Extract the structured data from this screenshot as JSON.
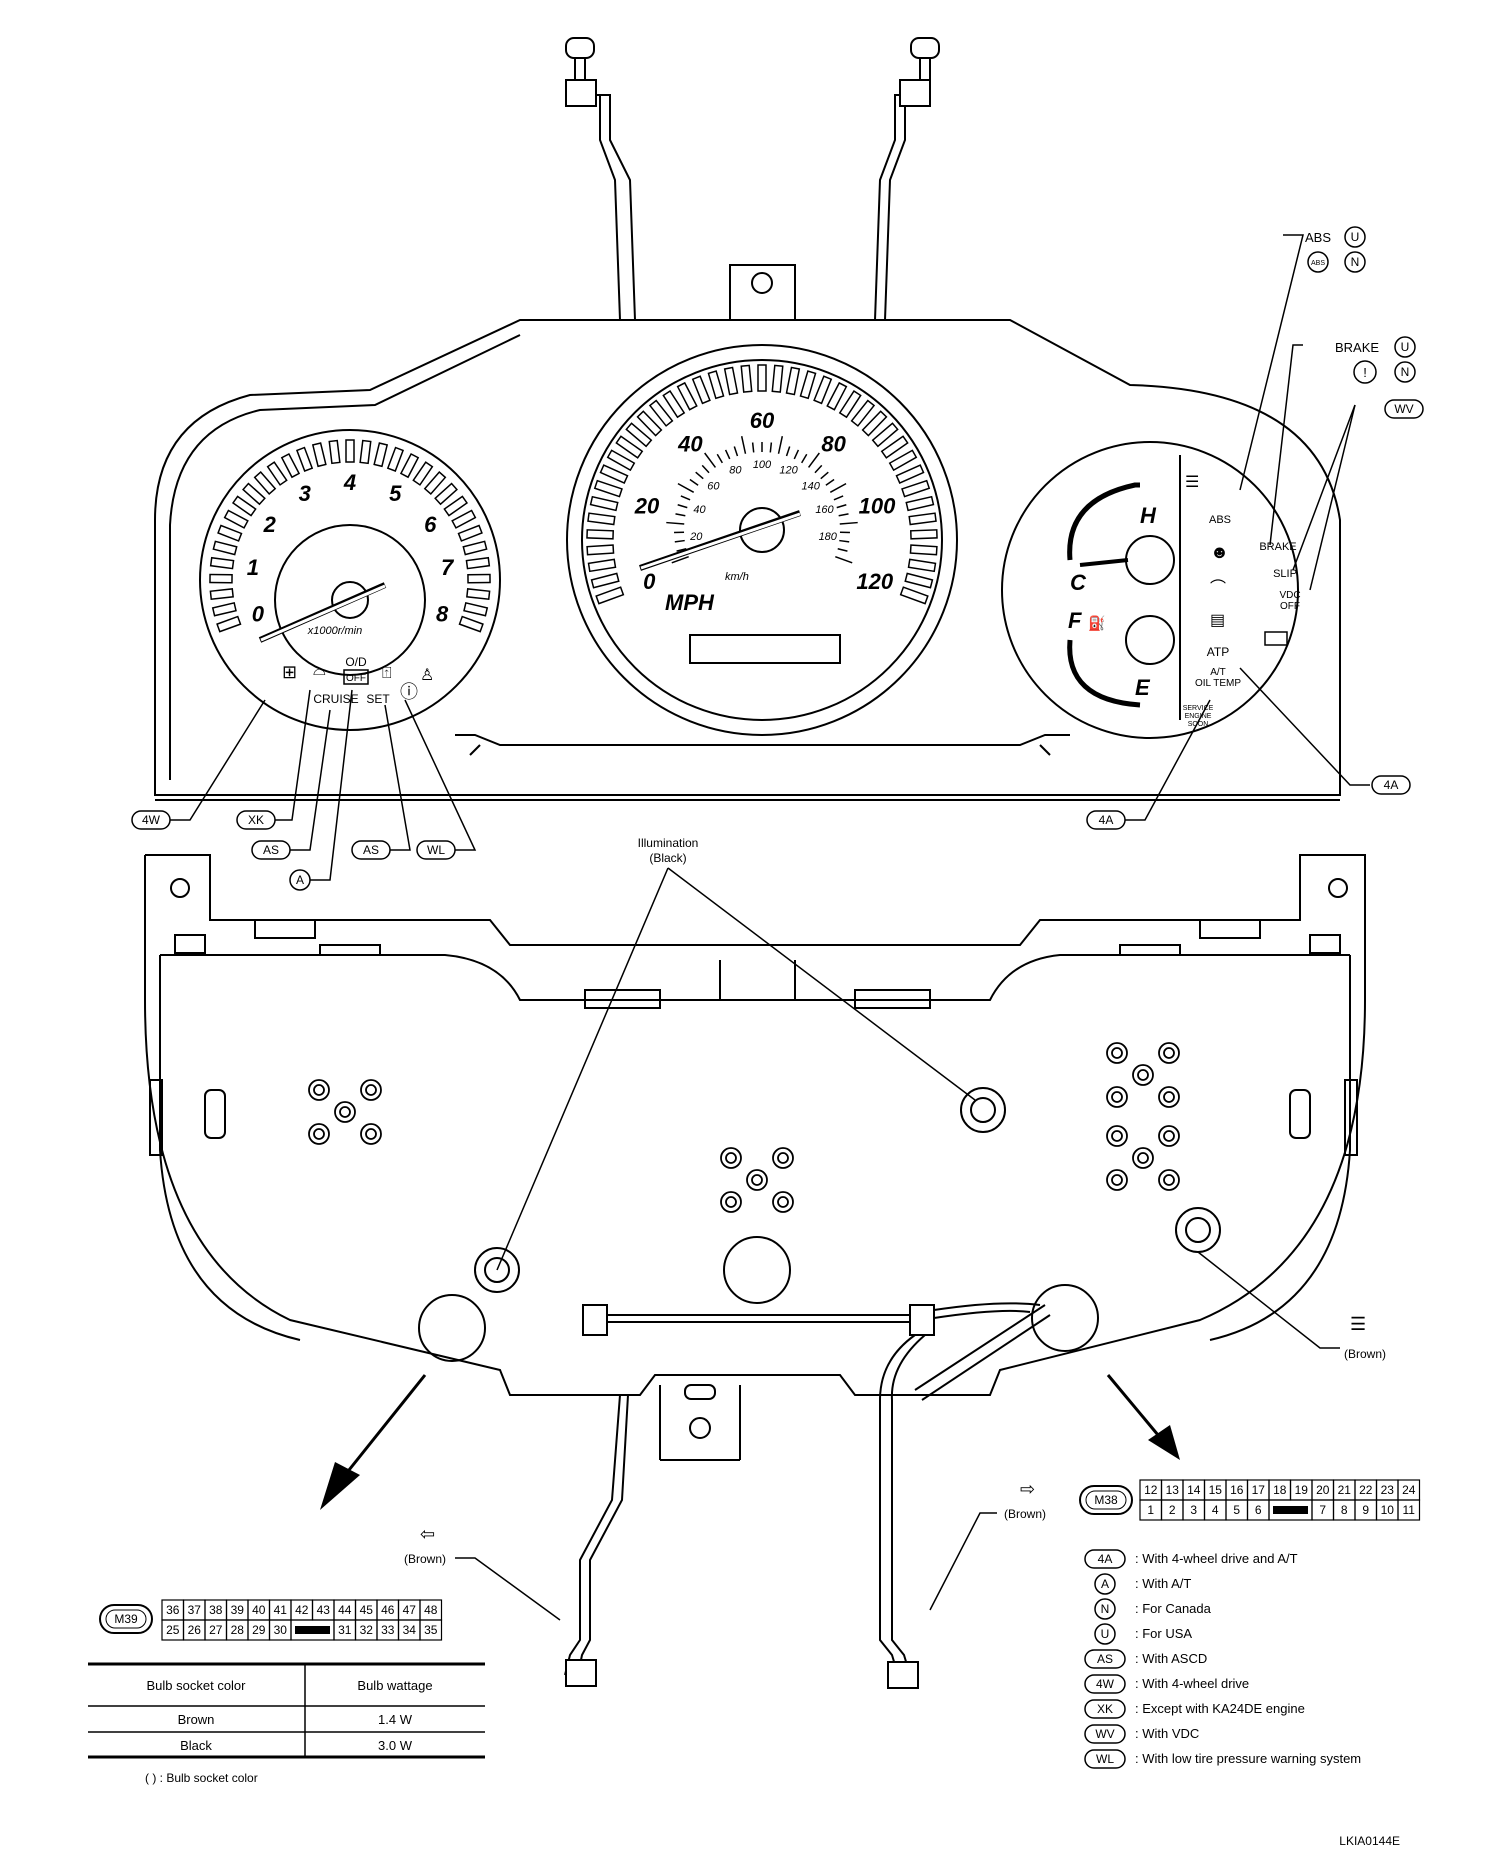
{
  "diagram_id": "LKIA0144E",
  "tachometer": {
    "ticks": [
      "0",
      "1",
      "2",
      "3",
      "4",
      "5",
      "6",
      "7",
      "8"
    ],
    "unit": "x1000r/min"
  },
  "speedometer": {
    "mph_ticks": [
      "0",
      "20",
      "40",
      "60",
      "80",
      "100",
      "120"
    ],
    "kmh_ticks": [
      "20",
      "40",
      "60",
      "80",
      "100",
      "120",
      "140",
      "160",
      "180"
    ],
    "unit_mph": "MPH",
    "unit_kmh": "km/h"
  },
  "gauge_right": {
    "temp_hot": "H",
    "temp_cold": "C",
    "fuel_full": "F",
    "fuel_empty": "E"
  },
  "indicators": {
    "abs": "ABS",
    "brake": "BRAKE",
    "slip": "SLIP",
    "vdc_off_1": "VDC",
    "vdc_off_2": "OFF",
    "atp": "ATP",
    "at_oil_temp_1": "A/T",
    "at_oil_temp_2": "OIL TEMP",
    "service_1": "SERVICE",
    "service_2": "ENGINE",
    "service_3": "SOON",
    "od_off_1": "O/D",
    "od_off_2": "OFF",
    "cruise": "CRUISE",
    "set": "SET"
  },
  "callouts": {
    "abs_label": "ABS",
    "abs_u": "U",
    "abs_n": "N",
    "abs_icon": "ABS",
    "brake_label": "BRAKE",
    "brake_u": "U",
    "brake_n": "N",
    "brake_icon": "!",
    "wv": "WV",
    "fourA_right": "4A",
    "fourA_left": "4A",
    "fourW": "4W",
    "xk": "XK",
    "as1": "AS",
    "as2": "AS",
    "a": "A",
    "wl": "WL"
  },
  "illumination": {
    "line1": "Illumination",
    "line2": "(Black)"
  },
  "brown_labels": {
    "right": "(Brown)",
    "lower_right": "(Brown)",
    "lower_left": "(Brown)"
  },
  "connector_m38": {
    "id": "M38",
    "top_row": [
      "12",
      "13",
      "14",
      "15",
      "16",
      "17",
      "18",
      "19",
      "20",
      "21",
      "22",
      "23",
      "24"
    ],
    "bottom_row": [
      "1",
      "2",
      "3",
      "4",
      "5",
      "6",
      "",
      "",
      "7",
      "8",
      "9",
      "10",
      "11"
    ]
  },
  "connector_m39": {
    "id": "M39",
    "top_row": [
      "36",
      "37",
      "38",
      "39",
      "40",
      "41",
      "42",
      "43",
      "44",
      "45",
      "46",
      "47",
      "48"
    ],
    "bottom_row": [
      "25",
      "26",
      "27",
      "28",
      "29",
      "30",
      "",
      "",
      "31",
      "32",
      "33",
      "34",
      "35"
    ]
  },
  "bulb_table": {
    "headers": [
      "Bulb socket color",
      "Bulb wattage"
    ],
    "rows": [
      [
        "Brown",
        "1.4 W"
      ],
      [
        "Black",
        "3.0 W"
      ]
    ],
    "note": "( ) : Bulb socket color"
  },
  "legend": [
    {
      "code": "4A",
      "text": ": With 4-wheel drive and A/T"
    },
    {
      "code": "A",
      "text": ": With A/T"
    },
    {
      "code": "N",
      "text": ": For Canada"
    },
    {
      "code": "U",
      "text": ": For USA"
    },
    {
      "code": "AS",
      "text": ": With ASCD"
    },
    {
      "code": "4W",
      "text": ": With 4-wheel drive"
    },
    {
      "code": "XK",
      "text": ": Except with KA24DE engine"
    },
    {
      "code": "WV",
      "text": ": With VDC"
    },
    {
      "code": "WL",
      "text": ": With low tire pressure warning system"
    }
  ]
}
